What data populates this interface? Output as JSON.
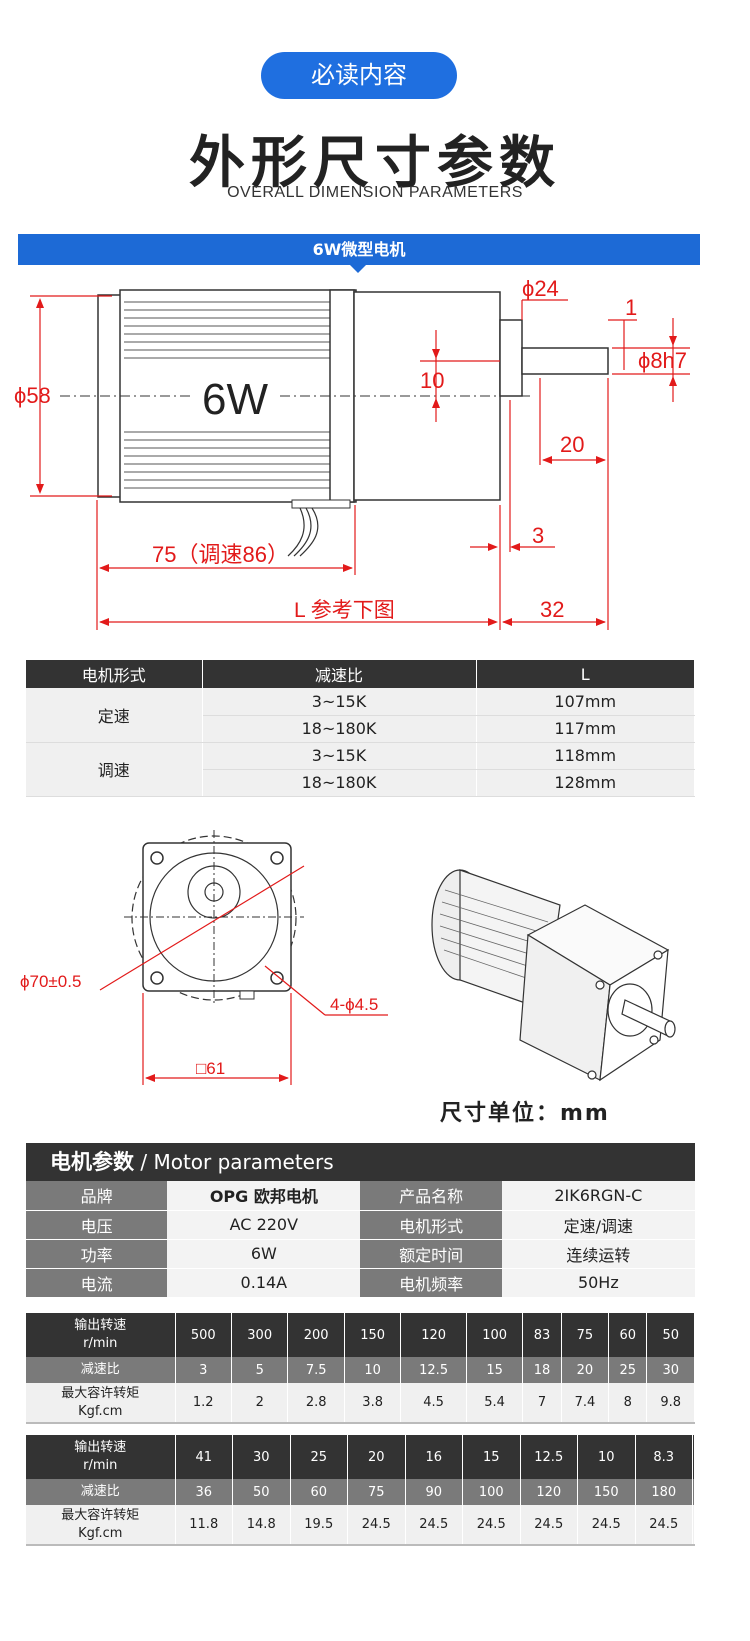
{
  "header": {
    "pill_label": "必读内容",
    "main_title": "外形尺寸参数",
    "sub_title": "OVERALL DIMENSION PARAMETERS",
    "band_label": "6W微型电机"
  },
  "drawing": {
    "power_label": "6W",
    "dims": {
      "d58": "ϕ58",
      "d24": "ϕ24",
      "d1": "1",
      "d8h7": "ϕ8h7",
      "d10": "10",
      "d20": "20",
      "d3": "3",
      "d75": "75（调速86）",
      "dL": "L 参考下图",
      "d32": "32"
    },
    "front": {
      "d70": "ϕ70±0.5",
      "d45": "4-ϕ4.5",
      "d61": "□61"
    },
    "unit_label": "尺寸单位：mm"
  },
  "dim_table": {
    "headers": [
      "电机形式",
      "减速比",
      "L"
    ],
    "groups": [
      {
        "type": "定速",
        "rows": [
          {
            "ratio": "3~15K",
            "L": "107mm"
          },
          {
            "ratio": "18~180K",
            "L": "117mm"
          }
        ]
      },
      {
        "type": "调速",
        "rows": [
          {
            "ratio": "3~15K",
            "L": "118mm"
          },
          {
            "ratio": "18~180K",
            "L": "128mm"
          }
        ]
      }
    ]
  },
  "motor_params": {
    "title_cn": "电机参数",
    "title_en": "/ Motor parameters",
    "rows": [
      {
        "k1": "品牌",
        "v1": "OPG 欧邦电机",
        "k2": "产品名称",
        "v2": "2IK6RGN-C"
      },
      {
        "k1": "电压",
        "v1": "AC 220V",
        "k2": "电机形式",
        "v2": "定速/调速"
      },
      {
        "k1": "功率",
        "v1": "6W",
        "k2": "额定时间",
        "v2": "连续运转"
      },
      {
        "k1": "电流",
        "v1": "0.14A",
        "k2": "电机频率",
        "v2": "50Hz"
      }
    ]
  },
  "speed_tables": {
    "label_speed_1": "输出转速",
    "label_speed_2": "r/min",
    "label_ratio": "减速比",
    "label_torque_1": "最大容许转矩",
    "label_torque_2": "Kgf.cm",
    "table1": {
      "speed": [
        "500",
        "300",
        "200",
        "150",
        "120",
        "100",
        "83",
        "75",
        "60",
        "50"
      ],
      "ratio": [
        "3",
        "5",
        "7.5",
        "10",
        "12.5",
        "15",
        "18",
        "20",
        "25",
        "30"
      ],
      "torque": [
        "1.2",
        "2",
        "2.8",
        "3.8",
        "4.5",
        "5.4",
        "7",
        "7.4",
        "8",
        "9.8"
      ]
    },
    "table2": {
      "speed": [
        "41",
        "30",
        "25",
        "20",
        "16",
        "15",
        "12.5",
        "10",
        "8.3",
        ""
      ],
      "ratio": [
        "36",
        "50",
        "60",
        "75",
        "90",
        "100",
        "120",
        "150",
        "180",
        ""
      ],
      "torque": [
        "11.8",
        "14.8",
        "19.5",
        "24.5",
        "24.5",
        "24.5",
        "24.5",
        "24.5",
        "24.5",
        ""
      ]
    }
  }
}
